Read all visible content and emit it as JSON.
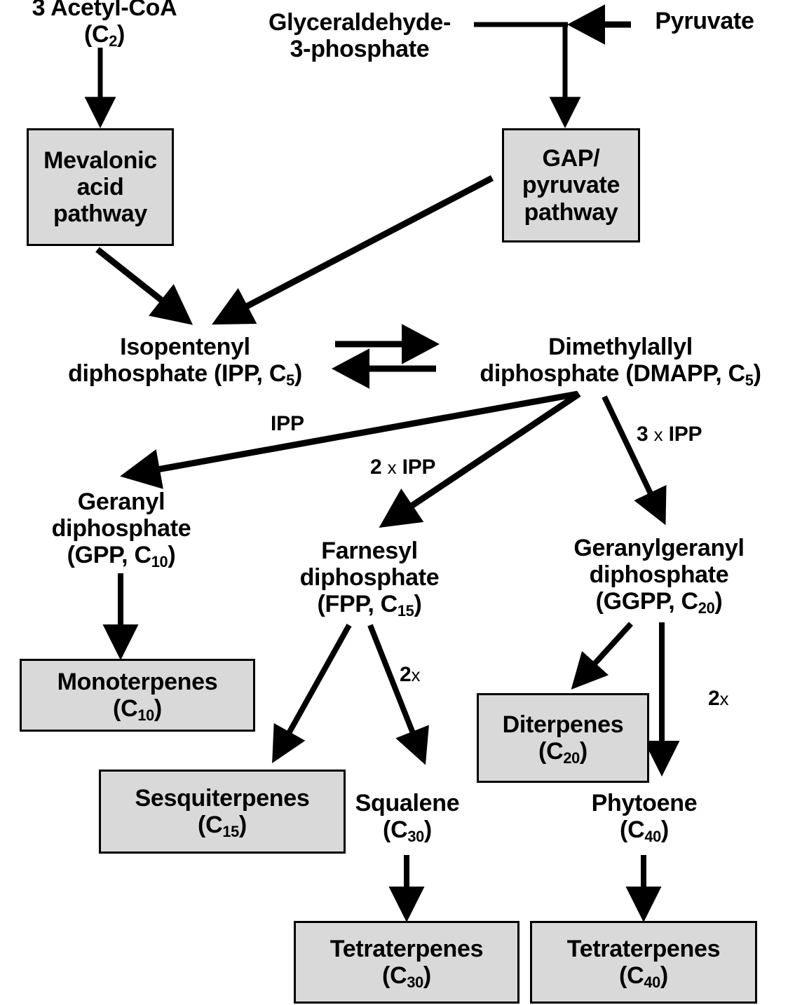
{
  "diagram": {
    "title": "Terpenoid biosynthesis pathway",
    "box_fill_color": "#d9d9d9",
    "box_border_color": "#000000",
    "line_color": "#000000",
    "background_color": "#ffffff"
  },
  "nodes": {
    "acetyl_coa": {
      "label": "3 Acetyl-CoA (C2)",
      "line1": "3 Acetyl-CoA (C",
      "sub1": "2",
      "line1_end": ")",
      "style": "plain"
    },
    "gap": {
      "line1": "Glyceraldehyde-",
      "line2": "3-phosphate",
      "style": "plain"
    },
    "pyruvate": {
      "line1": "Pyruvate",
      "style": "plain"
    },
    "mevalonic_box": {
      "line1": "Mevalonic",
      "line2": "acid",
      "line3": "pathway",
      "style": "boxed"
    },
    "gap_pyruvate_box": {
      "line1": "GAP/",
      "line2": "pyruvate",
      "line3": "pathway",
      "style": "boxed"
    },
    "ipp": {
      "line1": "Isopentenyl",
      "line2_a": "diphosphate (IPP, C",
      "sub": "5",
      "line2_b": ")",
      "style": "plain"
    },
    "dmapp": {
      "line1": "Dimethylallyl",
      "line2_a": "diphosphate (DMAPP, C",
      "sub": "5",
      "line2_b": ")",
      "style": "plain"
    },
    "gpp": {
      "line1": "Geranyl",
      "line2": "diphosphate",
      "line3_a": "(GPP, C",
      "sub": "10",
      "line3_b": ")",
      "style": "plain"
    },
    "fpp": {
      "line1": "Farnesyl",
      "line2": "diphosphate",
      "line3_a": "(FPP, C",
      "sub": "15",
      "line3_b": ")",
      "style": "plain"
    },
    "ggpp": {
      "line1": "Geranylgeranyl",
      "line2": "diphosphate",
      "line3_a": "(GGPP, C",
      "sub": "20",
      "line3_b": ")",
      "style": "plain"
    },
    "monoterpenes": {
      "line1": "Monoterpenes",
      "line2_a": "(C",
      "sub": "10",
      "line2_b": ")",
      "style": "boxed"
    },
    "sesquiterpenes": {
      "line1": "Sesquiterpenes",
      "line2_a": "(C",
      "sub": "15",
      "line2_b": ")",
      "style": "boxed"
    },
    "diterpenes": {
      "line1": "Diterpenes",
      "line2_a": "(C",
      "sub": "20",
      "line2_b": ")",
      "style": "boxed"
    },
    "squalene": {
      "line1": "Squalene",
      "line2_a": "(C",
      "sub": "30",
      "line2_b": ")",
      "style": "plain"
    },
    "phytoene": {
      "line1": "Phytoene",
      "line2_a": "(C",
      "sub": "40",
      "line2_b": ")",
      "style": "plain"
    },
    "tetraterpenes_c30": {
      "line1": "Tetraterpenes",
      "line2_a": "(C",
      "sub": "30",
      "line2_b": ")",
      "style": "boxed"
    },
    "tetraterpenes_c40": {
      "line1": "Tetraterpenes",
      "line2_a": "(C",
      "sub": "40",
      "line2_b": ")",
      "style": "boxed"
    }
  },
  "edge_labels": {
    "ipp_to_gpp": {
      "text": "IPP"
    },
    "two_ipp_to_fpp": {
      "prefix": "2 ",
      "symbol": "x",
      "suffix": " IPP"
    },
    "three_ipp_to_ggpp": {
      "prefix": "3 ",
      "symbol": "x",
      "suffix": " IPP"
    },
    "fpp_to_squalene": {
      "prefix": "2",
      "symbol": "x"
    },
    "ggpp_to_phytoene": {
      "prefix": "2",
      "symbol": "x"
    }
  },
  "edges": [
    {
      "from": "acetyl_coa",
      "to": "mevalonic_box",
      "type": "straight-down"
    },
    {
      "from": "pyruvate",
      "to": "gap_junction",
      "type": "straight-left"
    },
    {
      "from": "gap",
      "to": "gap_pyruvate_box",
      "type": "elbow-down"
    },
    {
      "from": "mevalonic_box",
      "to": "ipp",
      "type": "diagonal"
    },
    {
      "from": "gap_pyruvate_box",
      "to": "ipp",
      "type": "diagonal"
    },
    {
      "from": "ipp",
      "to": "dmapp",
      "type": "straight-right"
    },
    {
      "from": "dmapp",
      "to": "ipp",
      "type": "straight-left"
    },
    {
      "from": "dmapp",
      "to": "gpp",
      "label": "IPP",
      "type": "diagonal"
    },
    {
      "from": "dmapp",
      "to": "fpp",
      "label": "2 x IPP",
      "type": "diagonal"
    },
    {
      "from": "dmapp",
      "to": "ggpp",
      "label": "3 x IPP",
      "type": "diagonal"
    },
    {
      "from": "gpp",
      "to": "monoterpenes",
      "type": "straight-down"
    },
    {
      "from": "fpp",
      "to": "sesquiterpenes",
      "type": "diagonal"
    },
    {
      "from": "fpp",
      "to": "squalene",
      "label": "2x",
      "type": "diagonal"
    },
    {
      "from": "ggpp",
      "to": "diterpenes",
      "type": "diagonal"
    },
    {
      "from": "ggpp",
      "to": "phytoene",
      "label": "2x",
      "type": "straight-down"
    },
    {
      "from": "squalene",
      "to": "tetraterpenes_c30",
      "type": "straight-down"
    },
    {
      "from": "phytoene",
      "to": "tetraterpenes_c40",
      "type": "straight-down"
    }
  ]
}
